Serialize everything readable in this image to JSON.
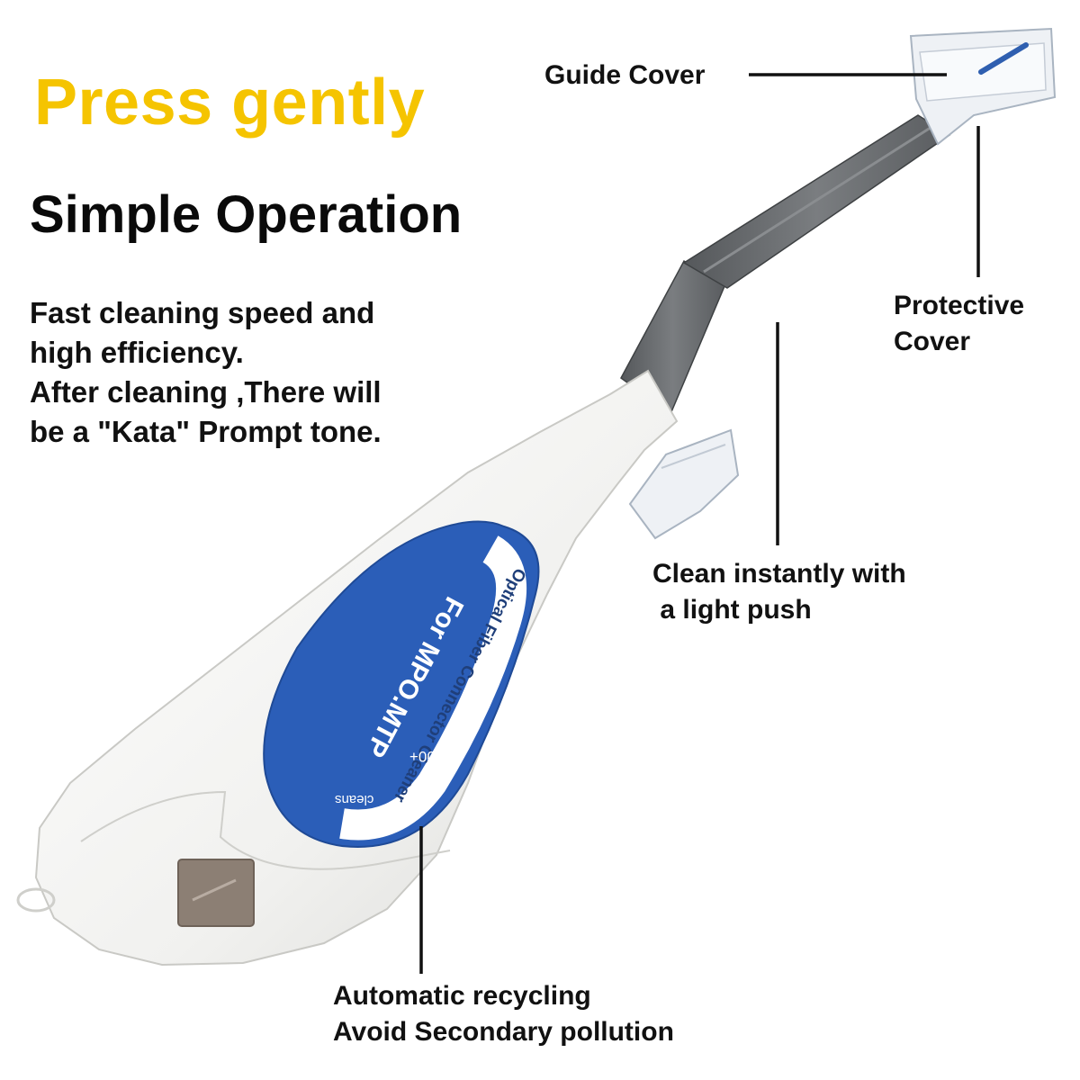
{
  "headline": "Press gently",
  "subheadline": "Simple Operation",
  "description": [
    "Fast cleaning speed and",
    "high efficiency.",
    "After cleaning ,There will",
    "be a \"Kata\" Prompt tone."
  ],
  "callouts": {
    "guide_cover": "Guide Cover",
    "protective_cover": [
      "Protective",
      "Cover"
    ],
    "push": [
      "Clean instantly with",
      " a light push"
    ],
    "recycling": [
      "Automatic recycling",
      "Avoid Secondary pollution"
    ]
  },
  "product_label": {
    "brand_line": "For MPO.MTP",
    "product_line": "Optical Fiber Connector Cleaner",
    "count": "500+",
    "count_unit": "cleans"
  },
  "colors": {
    "headline": "#f5c400",
    "label_blue": "#2b5eb8",
    "body_white": "#f3f3f1",
    "stem_gray": "#6a6d70"
  }
}
